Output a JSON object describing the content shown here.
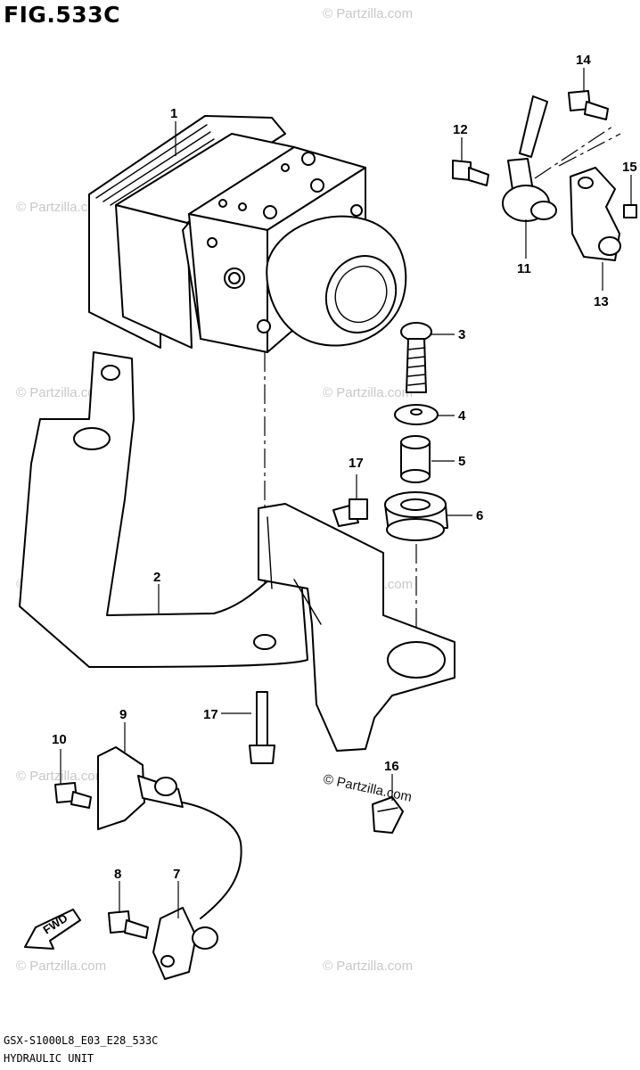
{
  "figure": {
    "title": "FIG.533C",
    "model_code": "GSX-S1000L8_E03_E28_533C",
    "section_name": "HYDRAULIC UNIT"
  },
  "watermark": {
    "text": "© Partzilla.com"
  },
  "direction_tag": "FWD",
  "callouts": [
    "1",
    "2",
    "3",
    "4",
    "5",
    "6",
    "7",
    "8",
    "9",
    "10",
    "11",
    "12",
    "13",
    "14",
    "15",
    "16",
    "17",
    "17"
  ],
  "colors": {
    "line": "#000000",
    "watermark": "#c8c8c8",
    "background": "#ffffff"
  }
}
